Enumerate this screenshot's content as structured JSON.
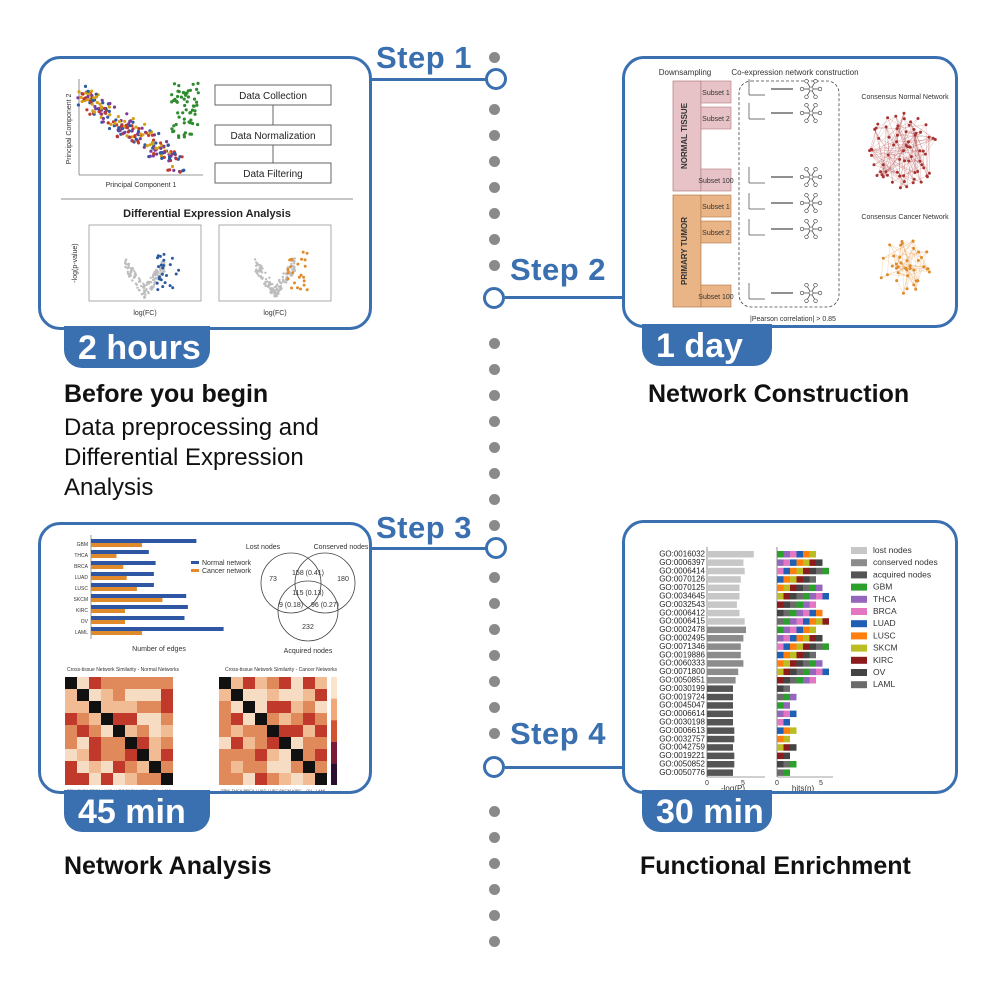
{
  "steps": [
    {
      "label": "Step 1",
      "duration": "2 hours",
      "title": "Before you begin",
      "description": [
        "Data preprocessing and",
        "Differential Expression",
        "Analysis"
      ]
    },
    {
      "label": "Step 2",
      "duration": "1 day",
      "title": "Network Construction"
    },
    {
      "label": "Step 3",
      "duration": "45 min",
      "title": "Network Analysis"
    },
    {
      "label": "Step 4",
      "duration": "30 min",
      "title": "Functional Enrichment"
    }
  ],
  "panel1": {
    "pipeline": [
      "Data Collection",
      "Data Normalization",
      "Data Filtering"
    ],
    "dea_title": "Differential Expression Analysis",
    "pca_xlabel": "Principal Component 1",
    "pca_ylabel": "Principal Component 2",
    "volcano_xlabel": "log(FC)",
    "volcano_ylabel": "-log(p-value)"
  },
  "panel2": {
    "downsampling": "Downsampling",
    "coexpression": "Co-expression network construction",
    "normal_tissue": "NORMAL TISSUE",
    "primary_tumor": "PRIMARY TUMOR",
    "subsets": [
      "Subset 1",
      "Subset 2",
      "Subset 100"
    ],
    "consensus_normal": "Consensus Normal Network",
    "consensus_cancer": "Consensus Cancer Network",
    "pearson": "|Pearson correlation| > 0.85"
  },
  "panel3": {
    "bar_categories": [
      "GBM",
      "THCA",
      "BRCA",
      "LUAD",
      "LUSC",
      "SKCM",
      "KIRC",
      "OV",
      "LAML"
    ],
    "legend": [
      "Normal network",
      "Cancer network"
    ],
    "xlabel": "Number of edges",
    "venn_labels": [
      "Lost nodes",
      "Conserved nodes",
      "Acquired nodes"
    ],
    "venn_values": [
      "73",
      "180",
      "158 (0.41)",
      "115 (0.13)",
      "9 (0.18)",
      "96 (0.27)",
      "232"
    ],
    "heatmap_titles": [
      "Cross-tissue Network Similarity - Normal Networks",
      "Cross-tissue Network Similarity - Cancer Networks"
    ]
  },
  "panel4": {
    "go_terms": [
      "GO:0016032",
      "GO:0006397",
      "GO:0006414",
      "GO:0070126",
      "GO:0070125",
      "GO:0034645",
      "GO:0032543",
      "GO:0006412",
      "GO:0006415",
      "GO:0002478",
      "GO:0002495",
      "GO:0071346",
      "GO:0019886",
      "GO:0060333",
      "GO:0071800",
      "GO:0050851",
      "GO:0030199",
      "GO:0019724",
      "GO:0045047",
      "GO:0006614",
      "GO:0030198",
      "GO:0006613",
      "GO:0032757",
      "GO:0042759",
      "GO:0019221",
      "GO:0050852",
      "GO:0050776"
    ],
    "xlabel_left": "-log(P)",
    "xlabel_right": "hits(n)",
    "ticks_left": [
      "0",
      "5"
    ],
    "ticks_right": [
      "0",
      "5"
    ],
    "legend": [
      {
        "label": "lost nodes",
        "color": "#c7c7c7"
      },
      {
        "label": "conserved nodes",
        "color": "#8c8c8c"
      },
      {
        "label": "acquired nodes",
        "color": "#555555"
      },
      {
        "label": "GBM",
        "color": "#2ca02c"
      },
      {
        "label": "THCA",
        "color": "#9467bd"
      },
      {
        "label": "BRCA",
        "color": "#e377c2"
      },
      {
        "label": "LUAD",
        "color": "#1f5fb4"
      },
      {
        "label": "LUSC",
        "color": "#ff7f0e"
      },
      {
        "label": "SKCM",
        "color": "#bcbd22"
      },
      {
        "label": "KIRC",
        "color": "#8c1c1c"
      },
      {
        "label": "OV",
        "color": "#444444"
      },
      {
        "label": "LAML",
        "color": "#6b6b6b"
      }
    ]
  },
  "colors": {
    "accent": "#3a6fb0",
    "timeline": "#8a8a8a"
  }
}
